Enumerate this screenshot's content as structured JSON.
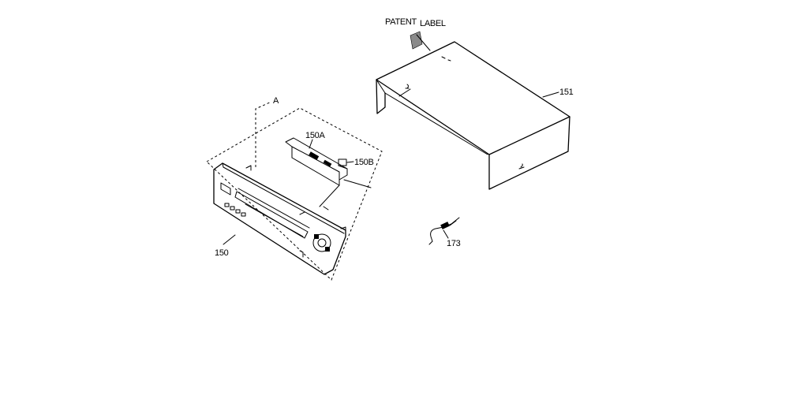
{
  "labels": {
    "patent_label_1": "PATENT",
    "patent_label_2": "LABEL",
    "cover": "151",
    "ref_a": "A",
    "part_150a": "150A",
    "part_150b": "150B",
    "front_panel": "150",
    "cable": "173"
  }
}
